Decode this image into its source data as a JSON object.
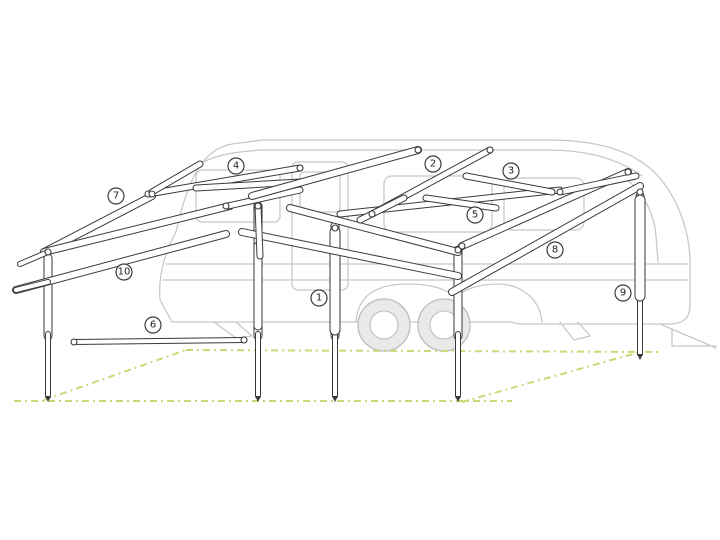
{
  "callouts": [
    {
      "number": "1",
      "part": "upright"
    },
    {
      "number": "2",
      "part": "roof-pole"
    },
    {
      "number": "3",
      "part": "roof-pole"
    },
    {
      "number": "4",
      "part": "roof-pole"
    },
    {
      "number": "5",
      "part": "roof-pole"
    },
    {
      "number": "6",
      "part": "horizontal-pole"
    },
    {
      "number": "7",
      "part": "rafter"
    },
    {
      "number": "8",
      "part": "rafter"
    },
    {
      "number": "9",
      "part": "upright"
    },
    {
      "number": "10",
      "part": "eave-pole"
    }
  ],
  "colors": {
    "frame": "#3a3a3a",
    "caravan": "#c8c8c8",
    "ground_line": "#c6da78"
  }
}
